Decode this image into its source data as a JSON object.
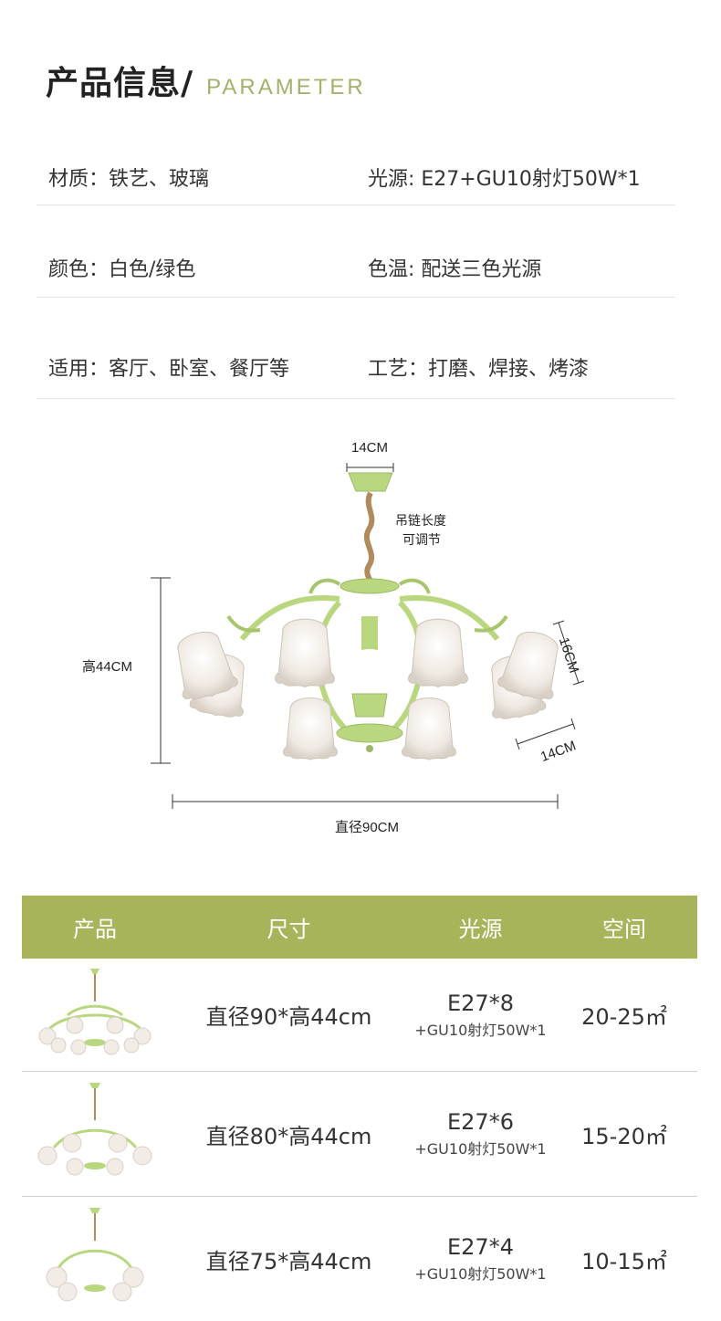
{
  "header": {
    "title_cn": "产品信息/",
    "title_en": "PARAMETER"
  },
  "params": [
    {
      "left": "材质：铁艺、玻璃",
      "right": "光源: E27+GU10射灯50W*1"
    },
    {
      "left": "颜色：白色/绿色",
      "right": "色温: 配送三色光源"
    },
    {
      "left": "适用：客厅、卧室、餐厅等",
      "right": "工艺：打磨、焊接、烤漆"
    }
  ],
  "diagram": {
    "top_width": "14CM",
    "chain_note_1": "吊链长度",
    "chain_note_2": "可调节",
    "height": "高44CM",
    "shade_height": "16CM",
    "shade_width": "14CM",
    "diameter": "直径90CM"
  },
  "table": {
    "headers": [
      "产品",
      "尺寸",
      "光源",
      "空间"
    ],
    "rows": [
      {
        "size": "直径90*高44cm",
        "source_main": "E27*8",
        "source_sub": "+GU10射灯50W*1",
        "space": "20-25㎡"
      },
      {
        "size": "直径80*高44cm",
        "source_main": "E27*6",
        "source_sub": "+GU10射灯50W*1",
        "space": "15-20㎡"
      },
      {
        "size": "直径75*高44cm",
        "source_main": "E27*4",
        "source_sub": "+GU10射灯50W*1",
        "space": "10-15㎡"
      }
    ]
  },
  "colors": {
    "accent_green": "#a8b35a",
    "lamp_green": "#b9d77e",
    "title_en": "#a6b06a"
  }
}
